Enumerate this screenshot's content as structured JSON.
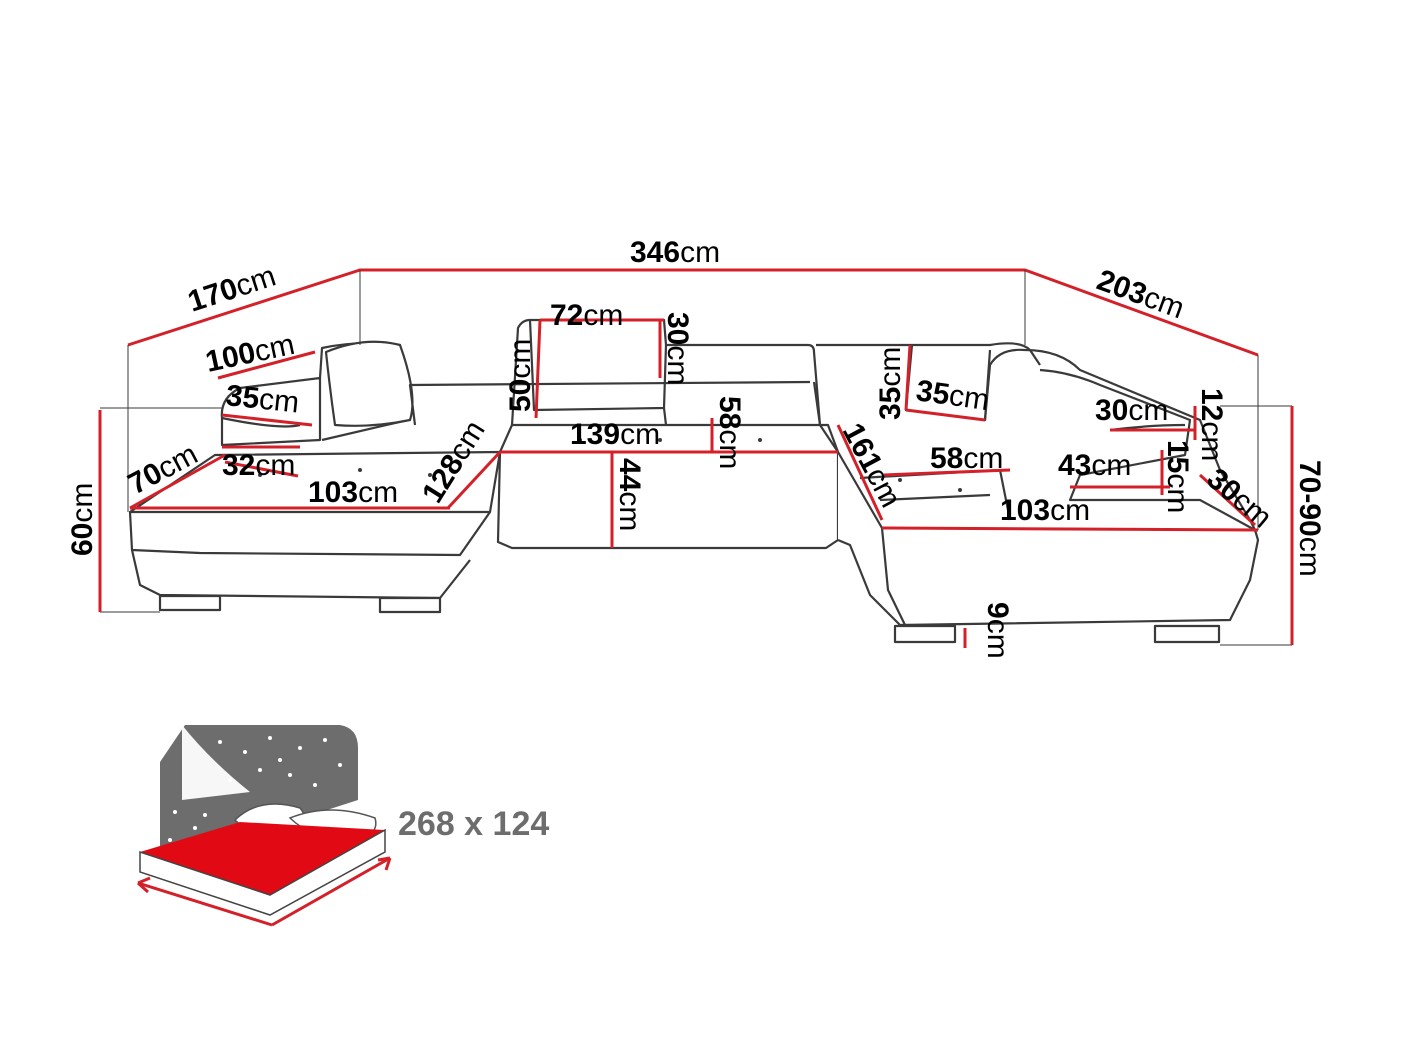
{
  "dimensions": {
    "total_width": {
      "value": "346",
      "unit": "cm"
    },
    "left_depth": {
      "value": "170",
      "unit": "cm"
    },
    "right_depth": {
      "value": "203",
      "unit": "cm"
    },
    "left_seat_length": {
      "value": "100",
      "unit": "cm"
    },
    "left_armrest_depth": {
      "value": "35",
      "unit": "cm"
    },
    "left_chaise_width": {
      "value": "70",
      "unit": "cm"
    },
    "left_armrest_width": {
      "value": "32",
      "unit": "cm"
    },
    "left_chaise_length": {
      "value": "103",
      "unit": "cm"
    },
    "left_diagonal": {
      "value": "128",
      "unit": "cm"
    },
    "left_height": {
      "value": "60",
      "unit": "cm"
    },
    "headrest_width": {
      "value": "72",
      "unit": "cm"
    },
    "headrest_height": {
      "value": "30",
      "unit": "cm"
    },
    "back_height": {
      "value": "50",
      "unit": "cm"
    },
    "middle_width": {
      "value": "139",
      "unit": "cm"
    },
    "middle_depth": {
      "value": "58",
      "unit": "cm"
    },
    "seat_height": {
      "value": "44",
      "unit": "cm"
    },
    "right_headrest": {
      "value": "35",
      "unit": "cm"
    },
    "right_back": {
      "value": "35",
      "unit": "cm"
    },
    "right_diagonal": {
      "value": "161",
      "unit": "cm"
    },
    "right_seat_depth": {
      "value": "58",
      "unit": "cm"
    },
    "right_arm_top": {
      "value": "30",
      "unit": "cm"
    },
    "right_arm_thickness": {
      "value": "12",
      "unit": "cm"
    },
    "right_arm_length": {
      "value": "43",
      "unit": "cm"
    },
    "right_arm_height": {
      "value": "15",
      "unit": "cm"
    },
    "right_arm_width": {
      "value": "30",
      "unit": "cm"
    },
    "right_chaise_length": {
      "value": "103",
      "unit": "cm"
    },
    "right_height_range": {
      "value": "70-90",
      "unit": "cm"
    },
    "leg_height": {
      "value": "9",
      "unit": "cm"
    }
  },
  "bed": {
    "size_label": "268 x 124"
  },
  "colors": {
    "dimension_line": "#d42028",
    "outline": "#3a3a3a",
    "bed_fill": "#e10a14",
    "headboard": "#6d6d6d"
  },
  "icons": {
    "bed": "sleeping-function-icon"
  }
}
